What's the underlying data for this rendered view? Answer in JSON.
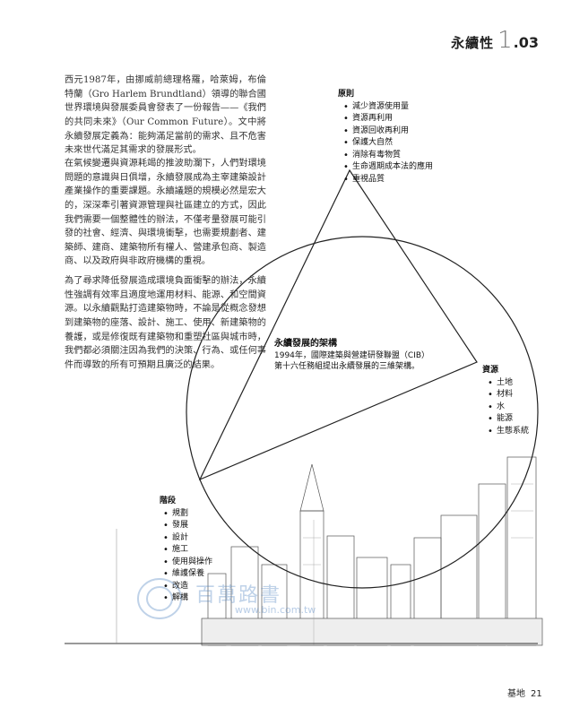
{
  "header": {
    "title": "永續性",
    "chapter_big": "1",
    "chapter_rest": ".03"
  },
  "paragraphs": [
    "西元1987年，由挪威前總理格羅，哈萊姆，布倫特蘭（Gro Harlem Brundtland）領導的聯合國世界環境與發展委員會發表了一份報告——《我們的共同未來》（Our Common Future）。文中將永續發展定義為：能夠滿足當前的需求、且不危害未來世代滿足其需求的發展形式。",
    "在氣候變遷與資源耗竭的推波助瀾下，人們對環境問題的意識與日俱增，永續發展成為主宰建築設計產業操作的重要課題。永續議題的規模必然是宏大的，深深牽引著資源管理與社區建立的方式，因此我們需要一個整體性的辦法，不僅考量發展可能引發的社會、經濟、與環境衝擊，也需要規劃者、建築師、建商、建築物所有權人、營建承包商、製造商、以及政府與非政府機構的重視。",
    "為了尋求降低發展造成環境負面衝擊的辦法，永續性強調有效率且適度地運用材料、能源、和空間資源。以永續觀點打造建築物時，不論是從概念發想到建築物的座落、設計、施工、使用、新建築物的養護，或是修復既有建築物和重塑社區與城市時，我們都必須關注因為我們的決策、行為、或任何事件而導致的所有可預期且廣泛的結果。"
  ],
  "diagram": {
    "principles": {
      "title": "原則",
      "items": [
        "減少資源使用量",
        "資源再利用",
        "資源回收再利用",
        "保護大自然",
        "消除有毒物質",
        "生命週期成本法的應用",
        "重視品質"
      ]
    },
    "resources": {
      "title": "資源",
      "items": [
        "土地",
        "材料",
        "水",
        "能源",
        "生態系統"
      ]
    },
    "stages": {
      "title": "階段",
      "items": [
        "規劃",
        "發展",
        "設計",
        "施工",
        "使用與操作",
        "維護保養",
        "改造",
        "解構"
      ]
    },
    "center": {
      "title": "永續發展的架構",
      "line1": "1994年，國際建築與營建研發聯盟（CIB）",
      "line2": "第十六任務組提出永續發展的三維架構。"
    }
  },
  "watermark": {
    "text": "百萬路書",
    "url": "www.bin.com.tw"
  },
  "footer": {
    "label": "基地",
    "page": "21"
  }
}
